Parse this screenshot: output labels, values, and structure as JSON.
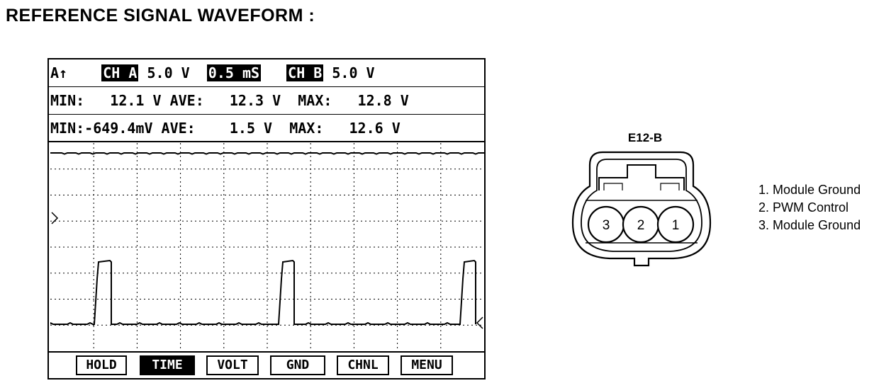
{
  "title": "REFERENCE SIGNAL WAVEFORM :",
  "scope": {
    "header": {
      "trigger": "A↑",
      "ch_a_label": "CH A",
      "ch_a_scale": "5.0 V",
      "timebase": "0.5 mS",
      "ch_b_label": "CH B",
      "ch_b_scale": "5.0 V"
    },
    "ch_a_stats": {
      "min_label": "MIN:",
      "min": "12.1 V",
      "ave_label": "AVE:",
      "ave": "12.3 V",
      "max_label": "MAX:",
      "max": "12.8 V"
    },
    "ch_b_stats": {
      "min_label": "MIN:",
      "min": "-649.4mV",
      "ave_label": "AVE:",
      "ave": "1.5 V",
      "max_label": "MAX:",
      "max": "12.6 V"
    },
    "softkeys": [
      "HOLD",
      "TIME",
      "VOLT",
      "GND",
      "CHNL",
      "MENU"
    ],
    "active_softkey": "TIME"
  },
  "connector": {
    "label": "E12-B",
    "pins": [
      "3",
      "2",
      "1"
    ],
    "legend": [
      "1. Module Ground",
      "2. PWM Control",
      "3. Module Ground"
    ]
  }
}
